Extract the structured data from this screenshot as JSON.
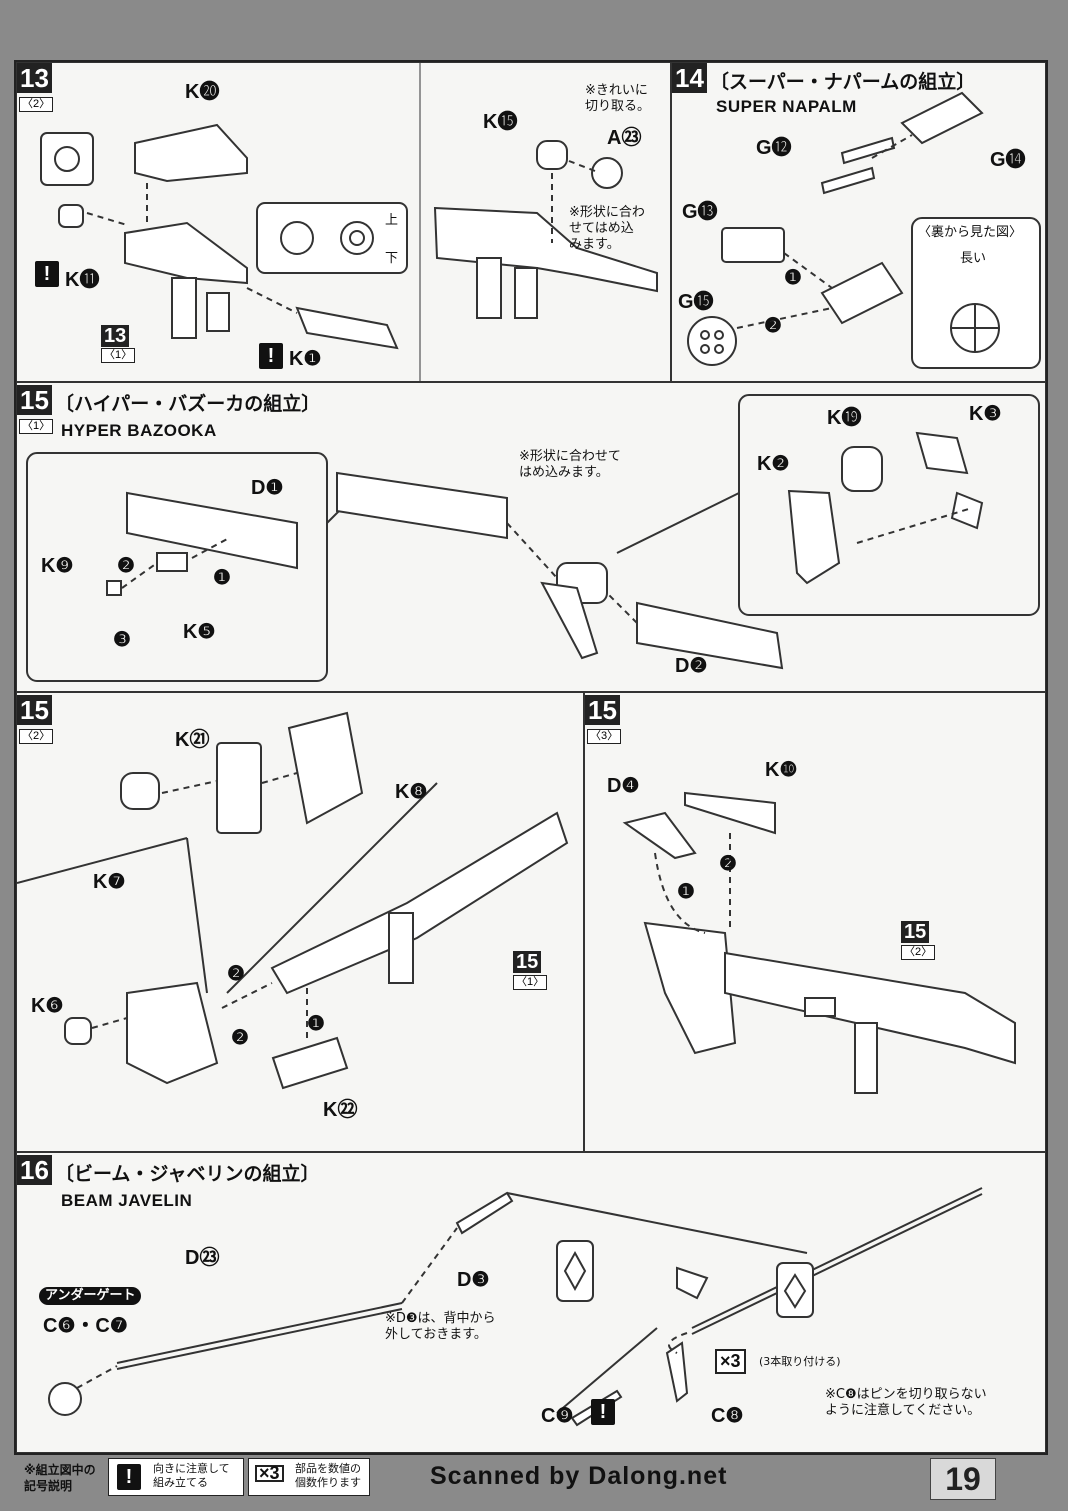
{
  "steps": {
    "s13": {
      "num": "13",
      "sub": "〈2〉",
      "ref_num": "13",
      "ref_sub": "〈1〉",
      "labels": {
        "k20": "K⓴",
        "k11": "K⓫",
        "k1": "K❶",
        "k15": "K⓯",
        "a23": "A㉓"
      },
      "marks": {
        "top": "上",
        "bottom": "下"
      },
      "note1": "※きれいに\n切り取る。",
      "note2": "※形状に合わ\nせてはめ込\nみます。"
    },
    "s14": {
      "num": "14",
      "title": "〔スーパー・ナパームの組立〕",
      "en": "SUPER NAPALM",
      "labels": {
        "g12": "G⓬",
        "g14": "G⓮",
        "g13": "G⓭",
        "g15": "G⓯"
      },
      "back_view": "〈裏から見た図〉",
      "long": "長い"
    },
    "s15a": {
      "num": "15",
      "sub": "〈1〉",
      "title": "〔ハイパー・バズーカの組立〕",
      "en": "HYPER BAZOOKA",
      "labels": {
        "d1": "D❶",
        "k9": "K❾",
        "k5": "K❺",
        "d2": "D❷",
        "k19": "K⓳",
        "k3": "K❸",
        "k2": "K❷"
      },
      "note": "※形状に合わせて\nはめ込みます。"
    },
    "s15b": {
      "num": "15",
      "sub": "〈2〉",
      "ref_num": "15",
      "ref_sub": "〈1〉",
      "labels": {
        "k21": "K㉑",
        "k8": "K❽",
        "k7": "K❼",
        "k6": "K❻",
        "k22": "K㉒"
      }
    },
    "s15c": {
      "num": "15",
      "sub": "〈3〉",
      "ref_num": "15",
      "ref_sub": "〈2〉",
      "labels": {
        "d4": "D❹",
        "k10": "K❿"
      }
    },
    "s16": {
      "num": "16",
      "title": "〔ビーム・ジャベリンの組立〕",
      "en": "BEAM JAVELIN",
      "labels": {
        "d23": "D㉓",
        "d3": "D❸",
        "c67": "C❻・C❼",
        "c9": "C❾",
        "c8": "C❽"
      },
      "under_gate": "アンダーゲート",
      "note_d3": "※D❸は、背中から\n外しておきます。",
      "x3": "×3",
      "x3_note": "(3本取り付ける)",
      "note_c8": "※C❽はピンを切り取らない\nように注意してください。"
    }
  },
  "steps_markers": {
    "m1": "❶",
    "m2": "❷",
    "m3": "❸",
    "warn": "!"
  },
  "footer": {
    "legend_title": "※組立図中の\n記号説明",
    "legend_warn": "向きに注意して\n組み立てる",
    "legend_x3": "×3",
    "legend_x3_text": "部品を数値の\n個数作ります",
    "scanned": "Scanned by Dalong.net",
    "page": "19"
  }
}
